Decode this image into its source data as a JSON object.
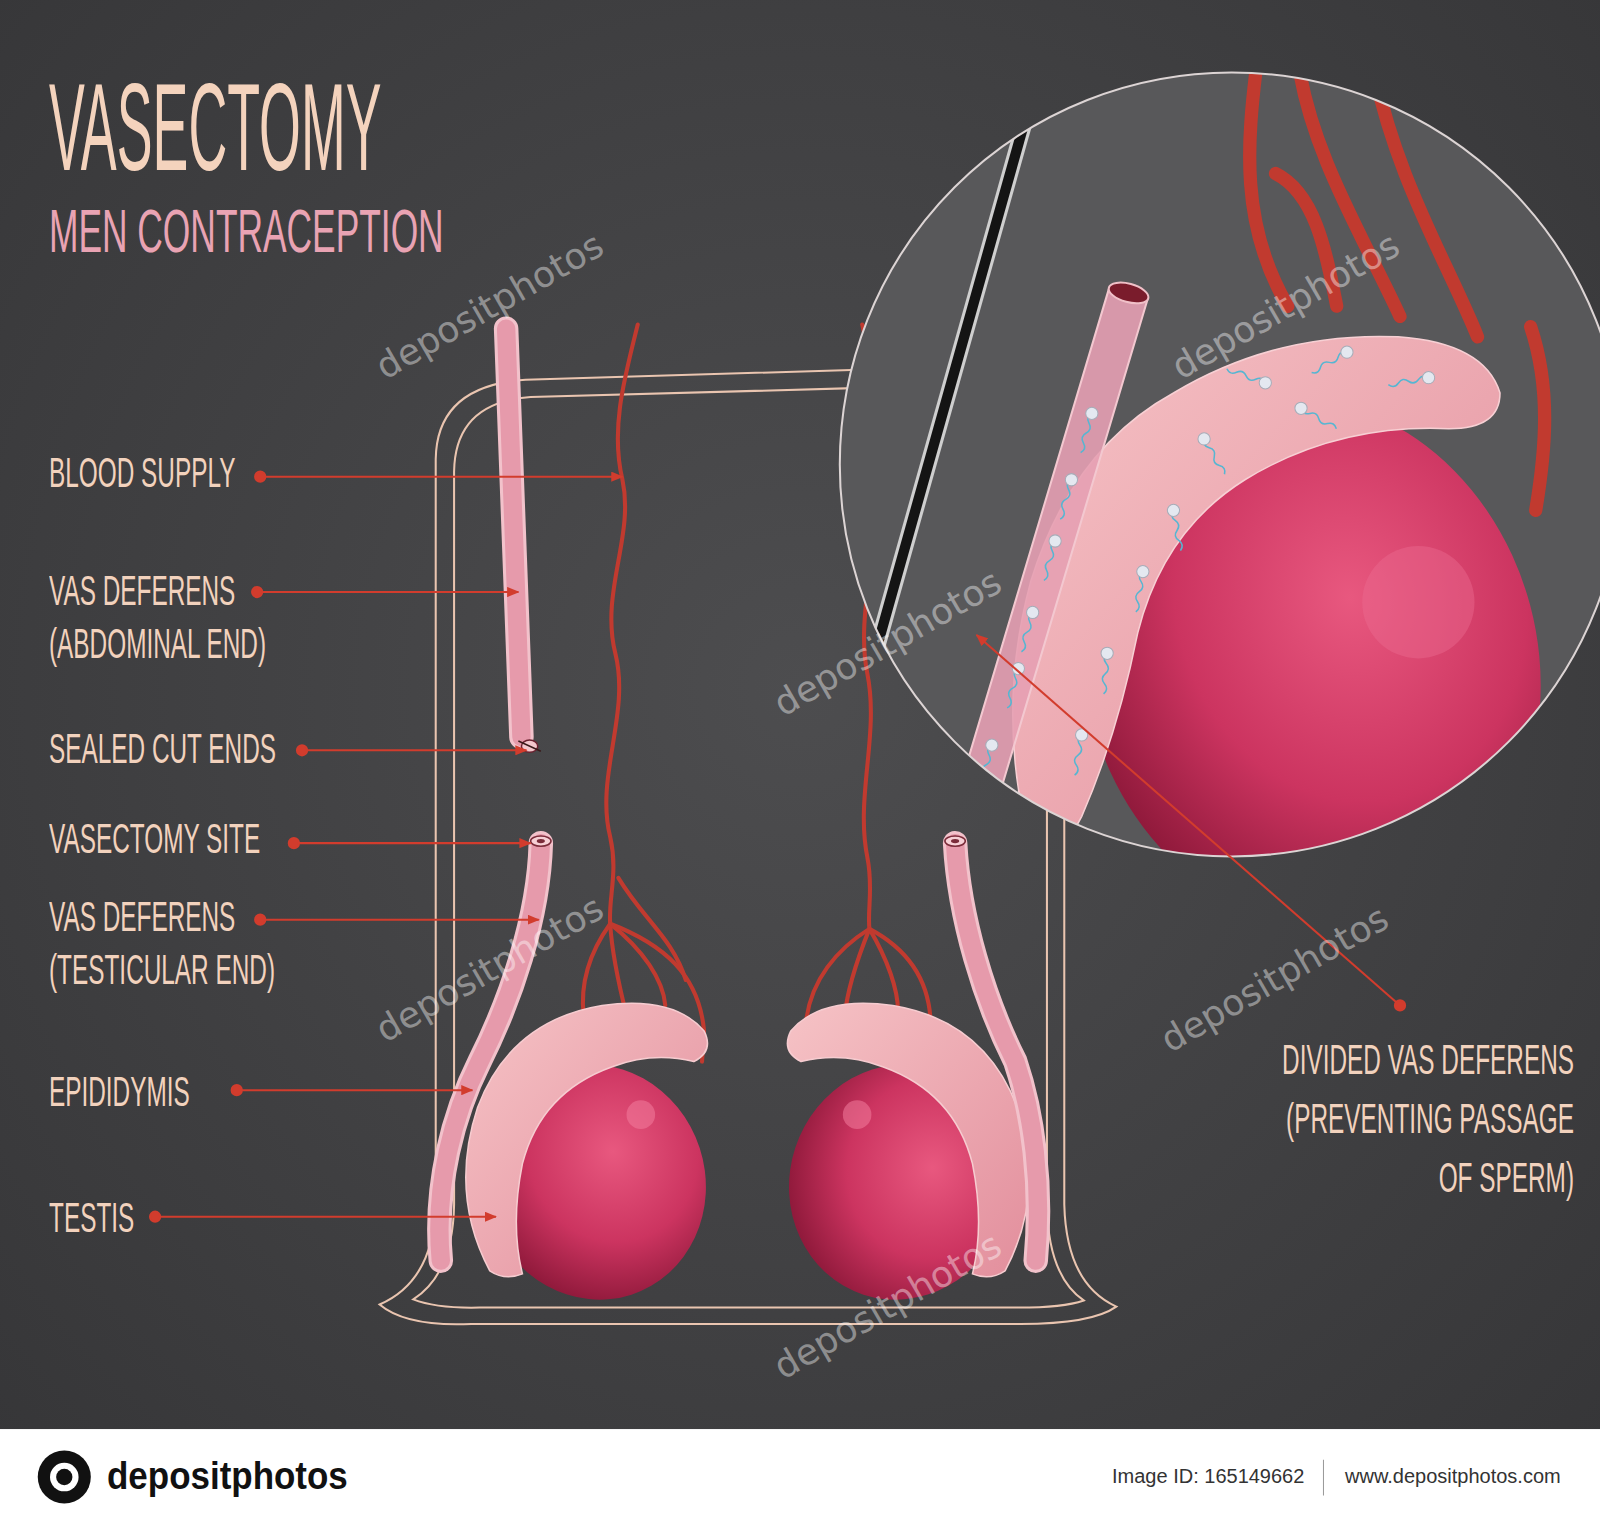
{
  "diagram": {
    "title": "VASECTOMY",
    "labels": [
      "MEN CONTRACEPTION",
      "BLOOD SUPPLY",
      "VAS DEFERENS (ABDOMINAL END)",
      "SEALED CUT ENDS",
      "VASECTOMY SITE",
      "VAS DEFERENS (TESTICULAR END)",
      "EPIDIDYMIS",
      "TESTIS",
      "DIVIDED VAS DEFERENS (PREVENTING PASSAGE OF SPERM)",
      "depositphotos",
      "depositphotos",
      "depositphotos",
      "depositphotos",
      "depositphotos",
      "depositphotos",
      "depositphotos",
      "Image ID: 165149662",
      "www.depositphotos.com"
    ]
  }
}
